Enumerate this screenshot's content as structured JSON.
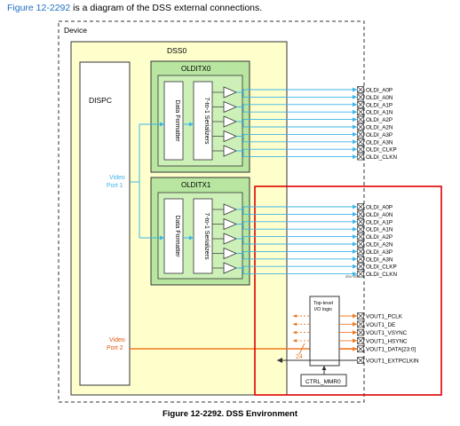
{
  "intro": {
    "link_text": "Figure 12-2292",
    "rest_text": " is a diagram of the DSS external connections."
  },
  "caption": "Figure 12-2292. DSS Environment",
  "device_label": "Device",
  "dss_label": "DSS0",
  "dispc_label": "DISPC",
  "oldi0": {
    "title": "OLDITX0",
    "formatter": "Data Formatter",
    "serializer": "7-to-1 Serializers",
    "pins": [
      "OLDI_A0P",
      "OLDI_A0N",
      "OLDI_A1P",
      "OLDI_A1N",
      "OLDI_A2P",
      "OLDI_A2N",
      "OLDI_A3P",
      "OLDI_A3N",
      "OLDI_CLKP",
      "OLDI_CLKN"
    ]
  },
  "oldi1": {
    "title": "OLDITX1",
    "formatter": "Data Formatter",
    "serializer": "7-to-1 Serializers",
    "pins": [
      "OLDI_A0P",
      "OLDI_A0N",
      "OLDI_A1P",
      "OLDI_A1N",
      "OLDI_A2P",
      "OLDI_A2N",
      "OLDI_A3P",
      "OLDI_A3N",
      "OLDI_CLKP",
      "OLDI_CLKN"
    ],
    "tag": "dss-004"
  },
  "video_port1": {
    "line1": "Video",
    "line2": "Port 1"
  },
  "video_port2": {
    "line1": "Video",
    "line2": "Port 2"
  },
  "bus_width": "24",
  "toplevel": {
    "line1": "Top-level",
    "line2": "I/O logic"
  },
  "ctrl_label": "CTRL_MMR0",
  "vout_pins": [
    "VOUT1_PCLK",
    "VOUT1_DE",
    "VOUT1_VSYNC",
    "VOUT1_HSYNC",
    "VOUT1_DATA[23:0]"
  ],
  "extpclk": "VOUT1_EXTPCLKIN",
  "colors": {
    "green_block": "#b8e6a0",
    "green_light": "#ccf0b8",
    "dss_fill": "#ffffcc",
    "blue_wire": "#3cb4e6",
    "orange_wire": "#f07a23",
    "highlight_red": "#e00000"
  }
}
